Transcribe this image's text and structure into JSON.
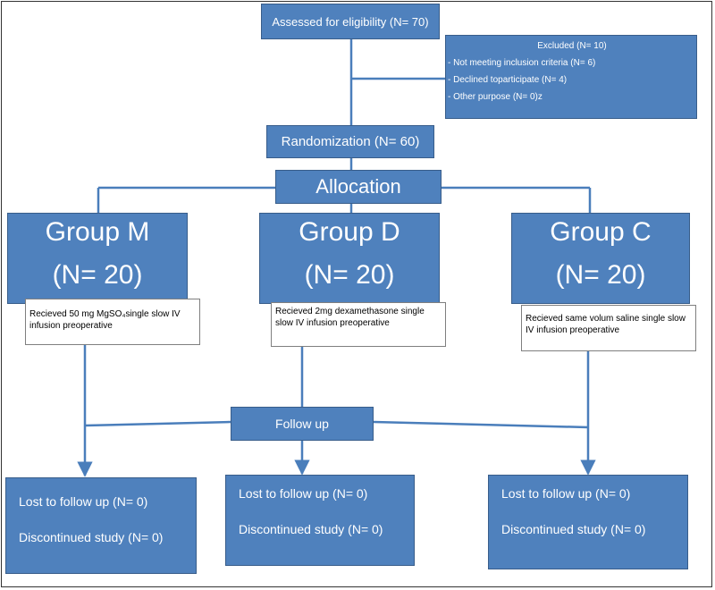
{
  "screening": {
    "label": "Assessed for eligibility (N= 70)"
  },
  "excluded": {
    "title": "Excluded (N= 10)",
    "items": [
      "- Not meeting inclusion criteria (N= 6)",
      "- Declined toparticipate (N= 4)",
      "- Other purpose (N= 0)z"
    ]
  },
  "randomization": {
    "label": "Randomization (N= 60)"
  },
  "allocation": {
    "label": "Allocation"
  },
  "groups": [
    {
      "name": "Group M",
      "count": "(N= 20)",
      "note": "Recieved 50 mg MgSO₄single slow IV infusion preoperative"
    },
    {
      "name": "Group D",
      "count": "(N= 20)",
      "note": "Recieved 2mg dexamethasone single slow IV infusion preoperative"
    },
    {
      "name": "Group C",
      "count": "(N= 20)",
      "note": "Recieved same volum saline single slow IV infusion preoperative"
    }
  ],
  "followup": {
    "label": "Follow up"
  },
  "outcomes": [
    {
      "lost": "Lost to follow up (N= 0)",
      "discontinued": "Discontinued study (N= 0)"
    },
    {
      "lost": "Lost to follow up (N= 0)",
      "discontinued": "Discontinued study (N= 0)"
    },
    {
      "lost": "Lost to follow up (N= 0)",
      "discontinued": "Discontinued study (N= 0)"
    }
  ],
  "colors": {
    "box_fill": "#4f81bd",
    "box_border": "#385d8a",
    "connector": "#4a7ebb"
  }
}
